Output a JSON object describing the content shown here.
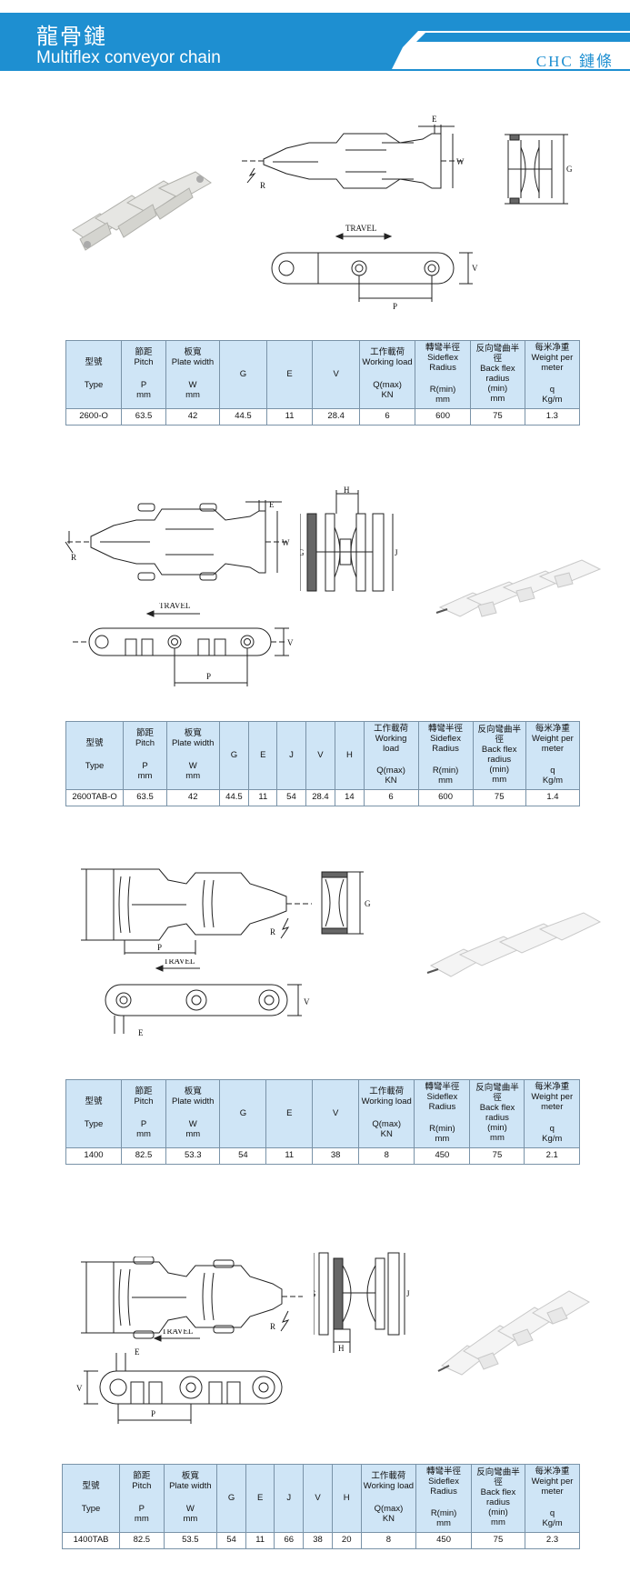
{
  "header": {
    "title_zh": "龍骨鏈",
    "title_en": "Multiflex conveyor chain",
    "brand": "CHC 鏈條",
    "colors": {
      "banner": "#1e8fd1",
      "table_header": "#cfe5f6"
    }
  },
  "drawing_labels": {
    "travel": "TRAVEL",
    "e": "E",
    "w": "W",
    "g": "G",
    "r": "R",
    "v": "V",
    "p": "P",
    "h": "H",
    "j": "J"
  },
  "columns": {
    "type": {
      "zh": "型號",
      "en": "Type"
    },
    "pitch": {
      "zh": "節距",
      "en": "Pitch",
      "sym": "P",
      "unit": "mm"
    },
    "width": {
      "zh": "板寬",
      "en": "Plate width",
      "sym": "W",
      "unit": "mm"
    },
    "g": "G",
    "e": "E",
    "j": "J",
    "v": "V",
    "h": "H",
    "load": {
      "zh": "工作載荷",
      "en": "Working load",
      "sym": "Q(max)",
      "unit": "KN"
    },
    "sideflex": {
      "zh": "轉彎半徑",
      "en": "Sideflex Radius",
      "sym": "R(min)",
      "unit": "mm"
    },
    "backflex": {
      "zh": "反向彎曲半徑",
      "en": "Back flex radius",
      "sym": "(min)",
      "unit": "mm"
    },
    "weight": {
      "zh": "每米净重",
      "en": "Weight per meter",
      "sym": "q",
      "unit": "Kg/m"
    }
  },
  "tables": [
    {
      "type": "2600-O",
      "pitch": "63.5",
      "width": "42",
      "g": "44.5",
      "e": "11",
      "v": "28.4",
      "load": "6",
      "sideflex": "600",
      "backflex": "75",
      "weight": "1.3"
    },
    {
      "type": "2600TAB-O",
      "pitch": "63.5",
      "width": "42",
      "g": "44.5",
      "e": "11",
      "j": "54",
      "v": "28.4",
      "h": "14",
      "load": "6",
      "sideflex": "600",
      "backflex": "75",
      "weight": "1.4"
    },
    {
      "type": "1400",
      "pitch": "82.5",
      "width": "53.3",
      "g": "54",
      "e": "11",
      "v": "38",
      "load": "8",
      "sideflex": "450",
      "backflex": "75",
      "weight": "2.1"
    },
    {
      "type": "1400TAB",
      "pitch": "82.5",
      "width": "53.5",
      "g": "54",
      "e": "11",
      "j": "66",
      "v": "38",
      "h": "20",
      "load": "8",
      "sideflex": "450",
      "backflex": "75",
      "weight": "2.3"
    }
  ]
}
